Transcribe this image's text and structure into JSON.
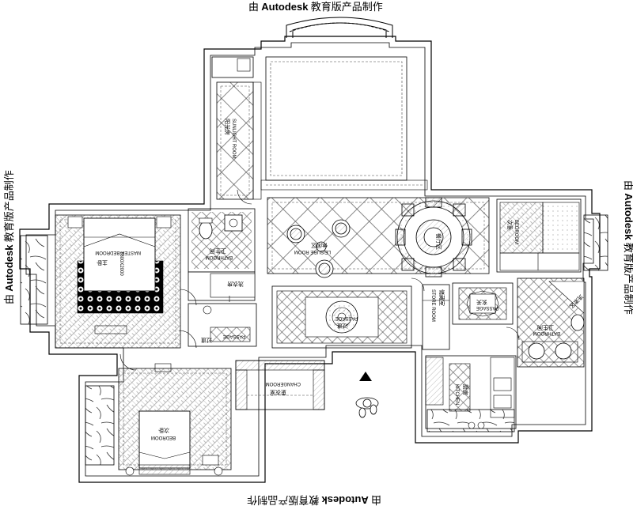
{
  "watermark": {
    "prefix": "由 ",
    "brand": "Autodesk",
    "suffix": " 教育版产品制作"
  },
  "rooms": {
    "sunroom": {
      "en": "SUNLIGHT ROOM",
      "cn": "阳光房"
    },
    "bathroom": {
      "en": "BATHROOM",
      "cn": "卫生间"
    },
    "laundry": {
      "cn": "洗衣房"
    },
    "leisure": {
      "en": "LEISURE ROOM",
      "cn": "休闲区"
    },
    "dining": {
      "cn": "餐厅区"
    },
    "master_bedroom": {
      "en": "MASTER BEDROOM",
      "cn": "主卧"
    },
    "passage_left": {
      "en": "PASSAGE",
      "cn": "过道"
    },
    "passage_center": {
      "en": "PASSAGE",
      "cn": "过道"
    },
    "passage_right": {
      "en": "PASSAGE",
      "cn": "玄关"
    },
    "store_room": {
      "en": "STORE ROOM",
      "cn": "储藏室"
    },
    "bedroom_right": {
      "en": "BEDROOM",
      "cn": "次卧"
    },
    "bathroom_right": {
      "en": "BATHROOM",
      "cn": "卫生间"
    },
    "washroom": {
      "cn": "洗漱区"
    },
    "kitchen": {
      "en": "KITCHEN",
      "cn": "厨房"
    },
    "changeroom": {
      "en": "CHANGEROOM",
      "cn": "更衣室"
    },
    "bedroom_left": {
      "en": "BEDROOM",
      "cn": "次卧"
    },
    "bed_dim": "1800X2000"
  },
  "colors": {
    "line": "#000000",
    "dash": "#444444",
    "bg": "#ffffff"
  }
}
